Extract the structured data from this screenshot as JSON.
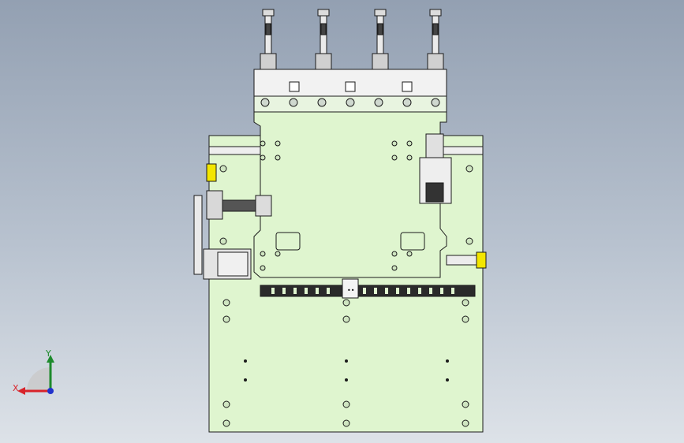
{
  "viewport": {
    "name": "cad-graphics-area",
    "background_top": "#93a0b2",
    "background_bottom": "#dde2e8"
  },
  "colors": {
    "plate": "#dff5cf",
    "outline": "#1b1b1b",
    "metal": "#e6e6e6",
    "highlight": "#f3e600",
    "chain": "#2a2a2a"
  },
  "triad": {
    "x_label": "X",
    "y_label": "Y",
    "x_color": "#d8232a",
    "y_color": "#1d8a2c",
    "z_color": "#2233cc"
  },
  "labels": {
    "chain_marker": "••"
  }
}
